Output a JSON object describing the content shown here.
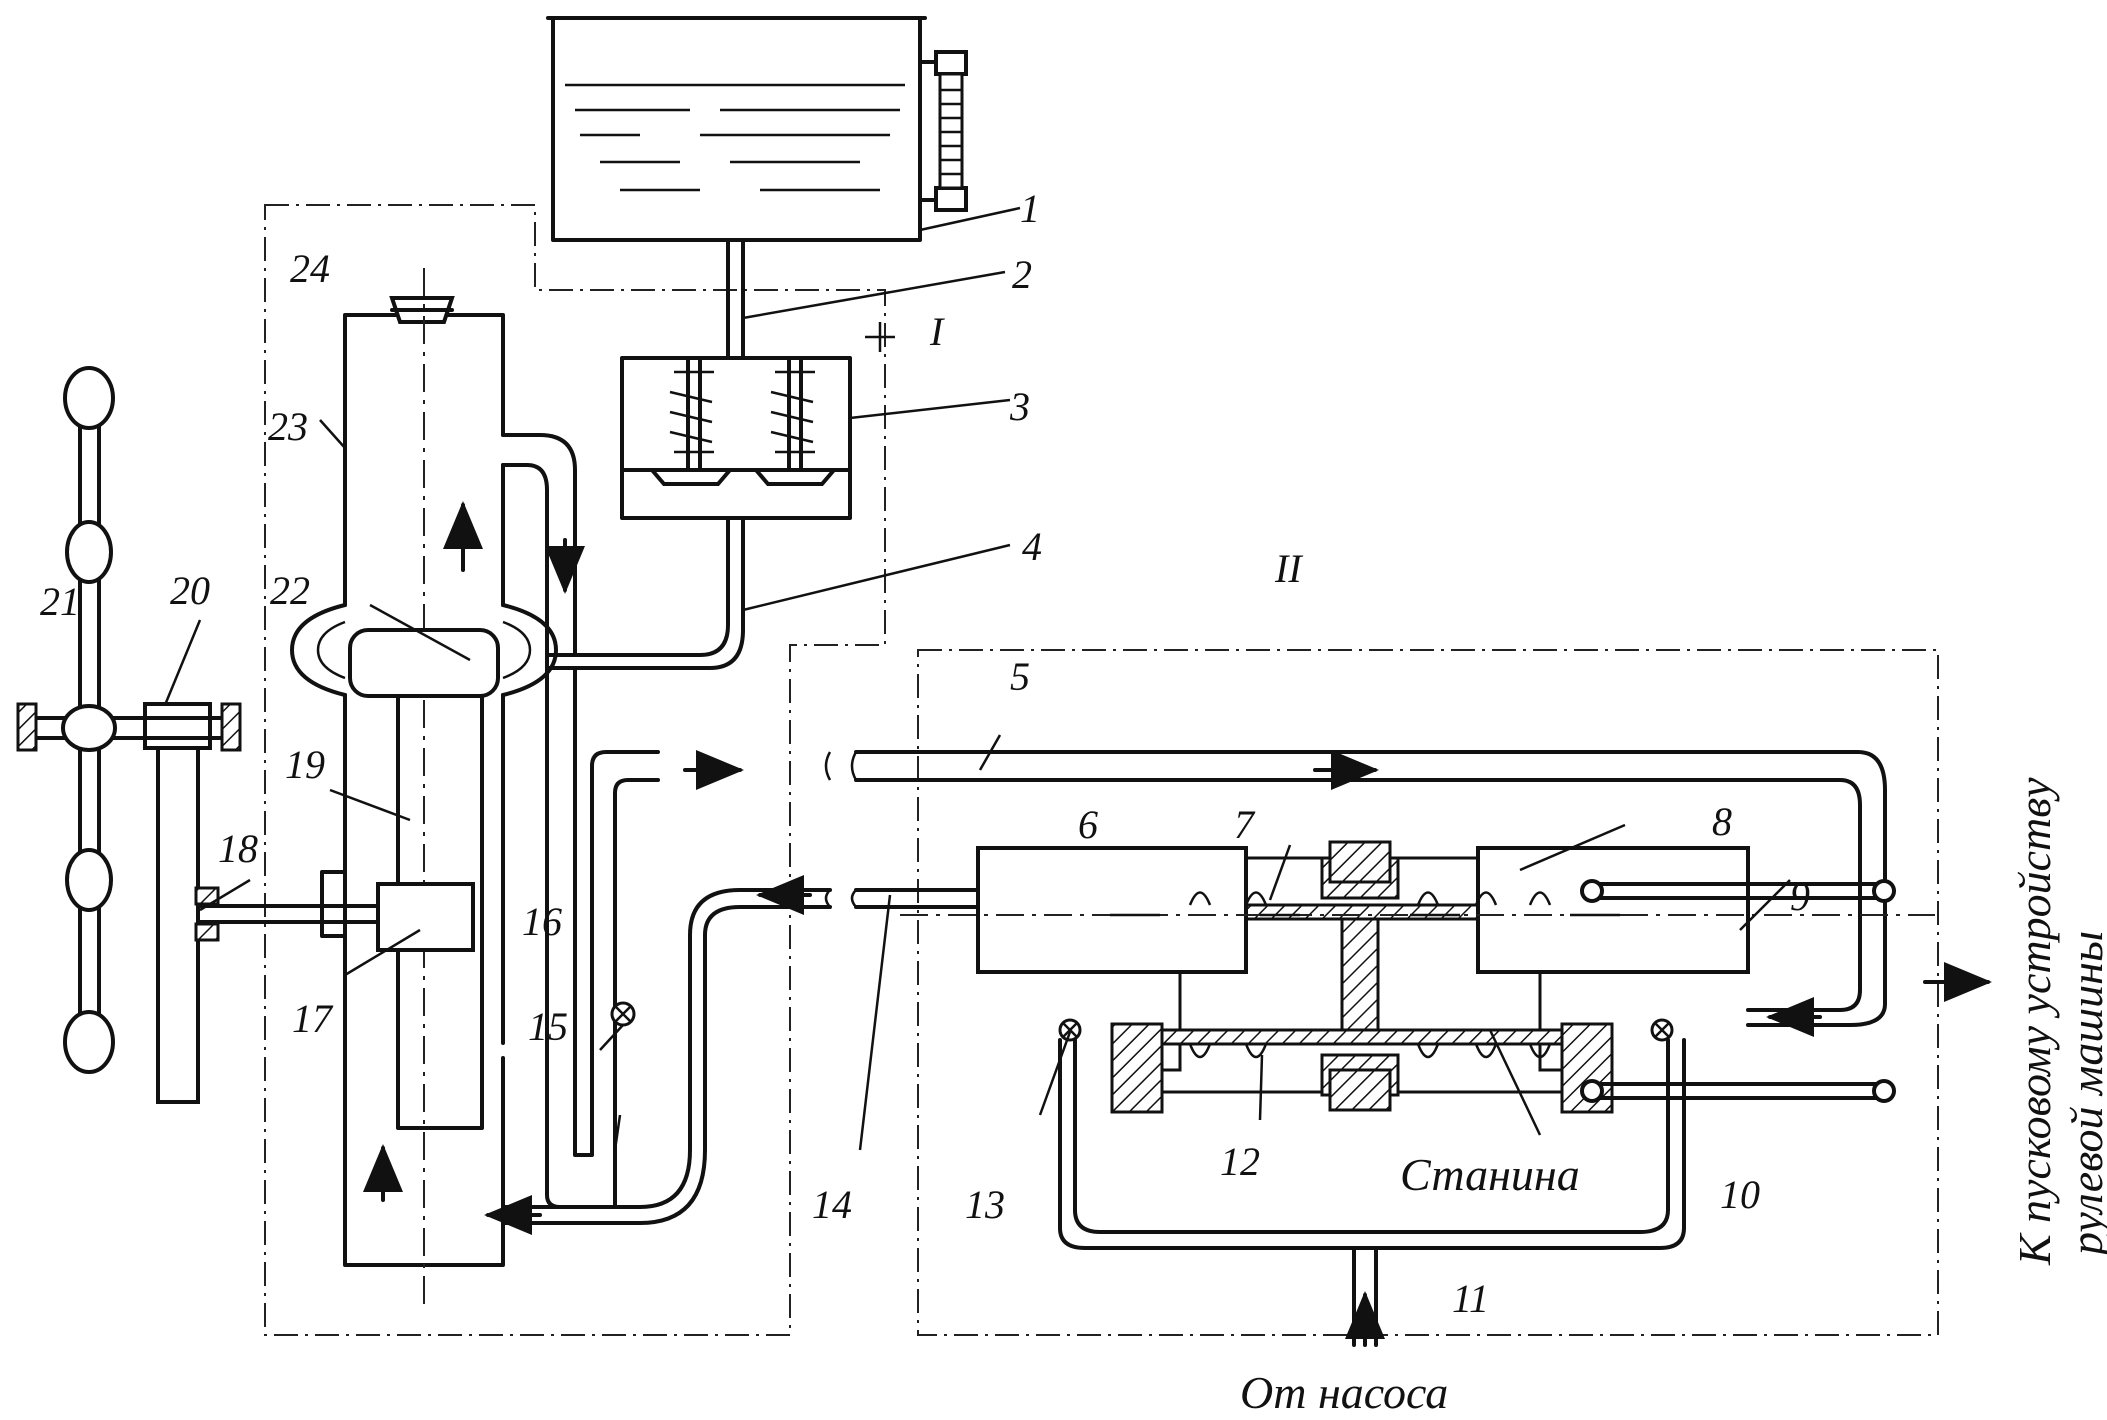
{
  "labels": {
    "n1": "1",
    "n2": "2",
    "n3": "3",
    "n4": "4",
    "n5": "5",
    "n6": "6",
    "n7": "7",
    "n8": "8",
    "n9": "9",
    "n10": "10",
    "n11": "11",
    "n12": "12",
    "n13": "13",
    "n14": "14",
    "n15": "15",
    "n16": "16",
    "n17": "17",
    "n18": "18",
    "n19": "19",
    "n20": "20",
    "n21": "21",
    "n22": "22",
    "n23": "23",
    "n24": "24",
    "zone_1": "I",
    "zone_2": "II"
  },
  "captions": {
    "frame": "Станина",
    "from_pump": "От насоса",
    "to_starter_line1": "К пусковому устройству",
    "to_starter_line2": "рулевой машины"
  },
  "icons": {
    "arrow": "flow-arrow-icon",
    "check_valve": "check-valve-icon",
    "ball_valve": "ball-valve-icon",
    "gauge_glass": "level-gauge-icon",
    "spring": "spring-icon",
    "handwheel": "handwheel-icon"
  }
}
